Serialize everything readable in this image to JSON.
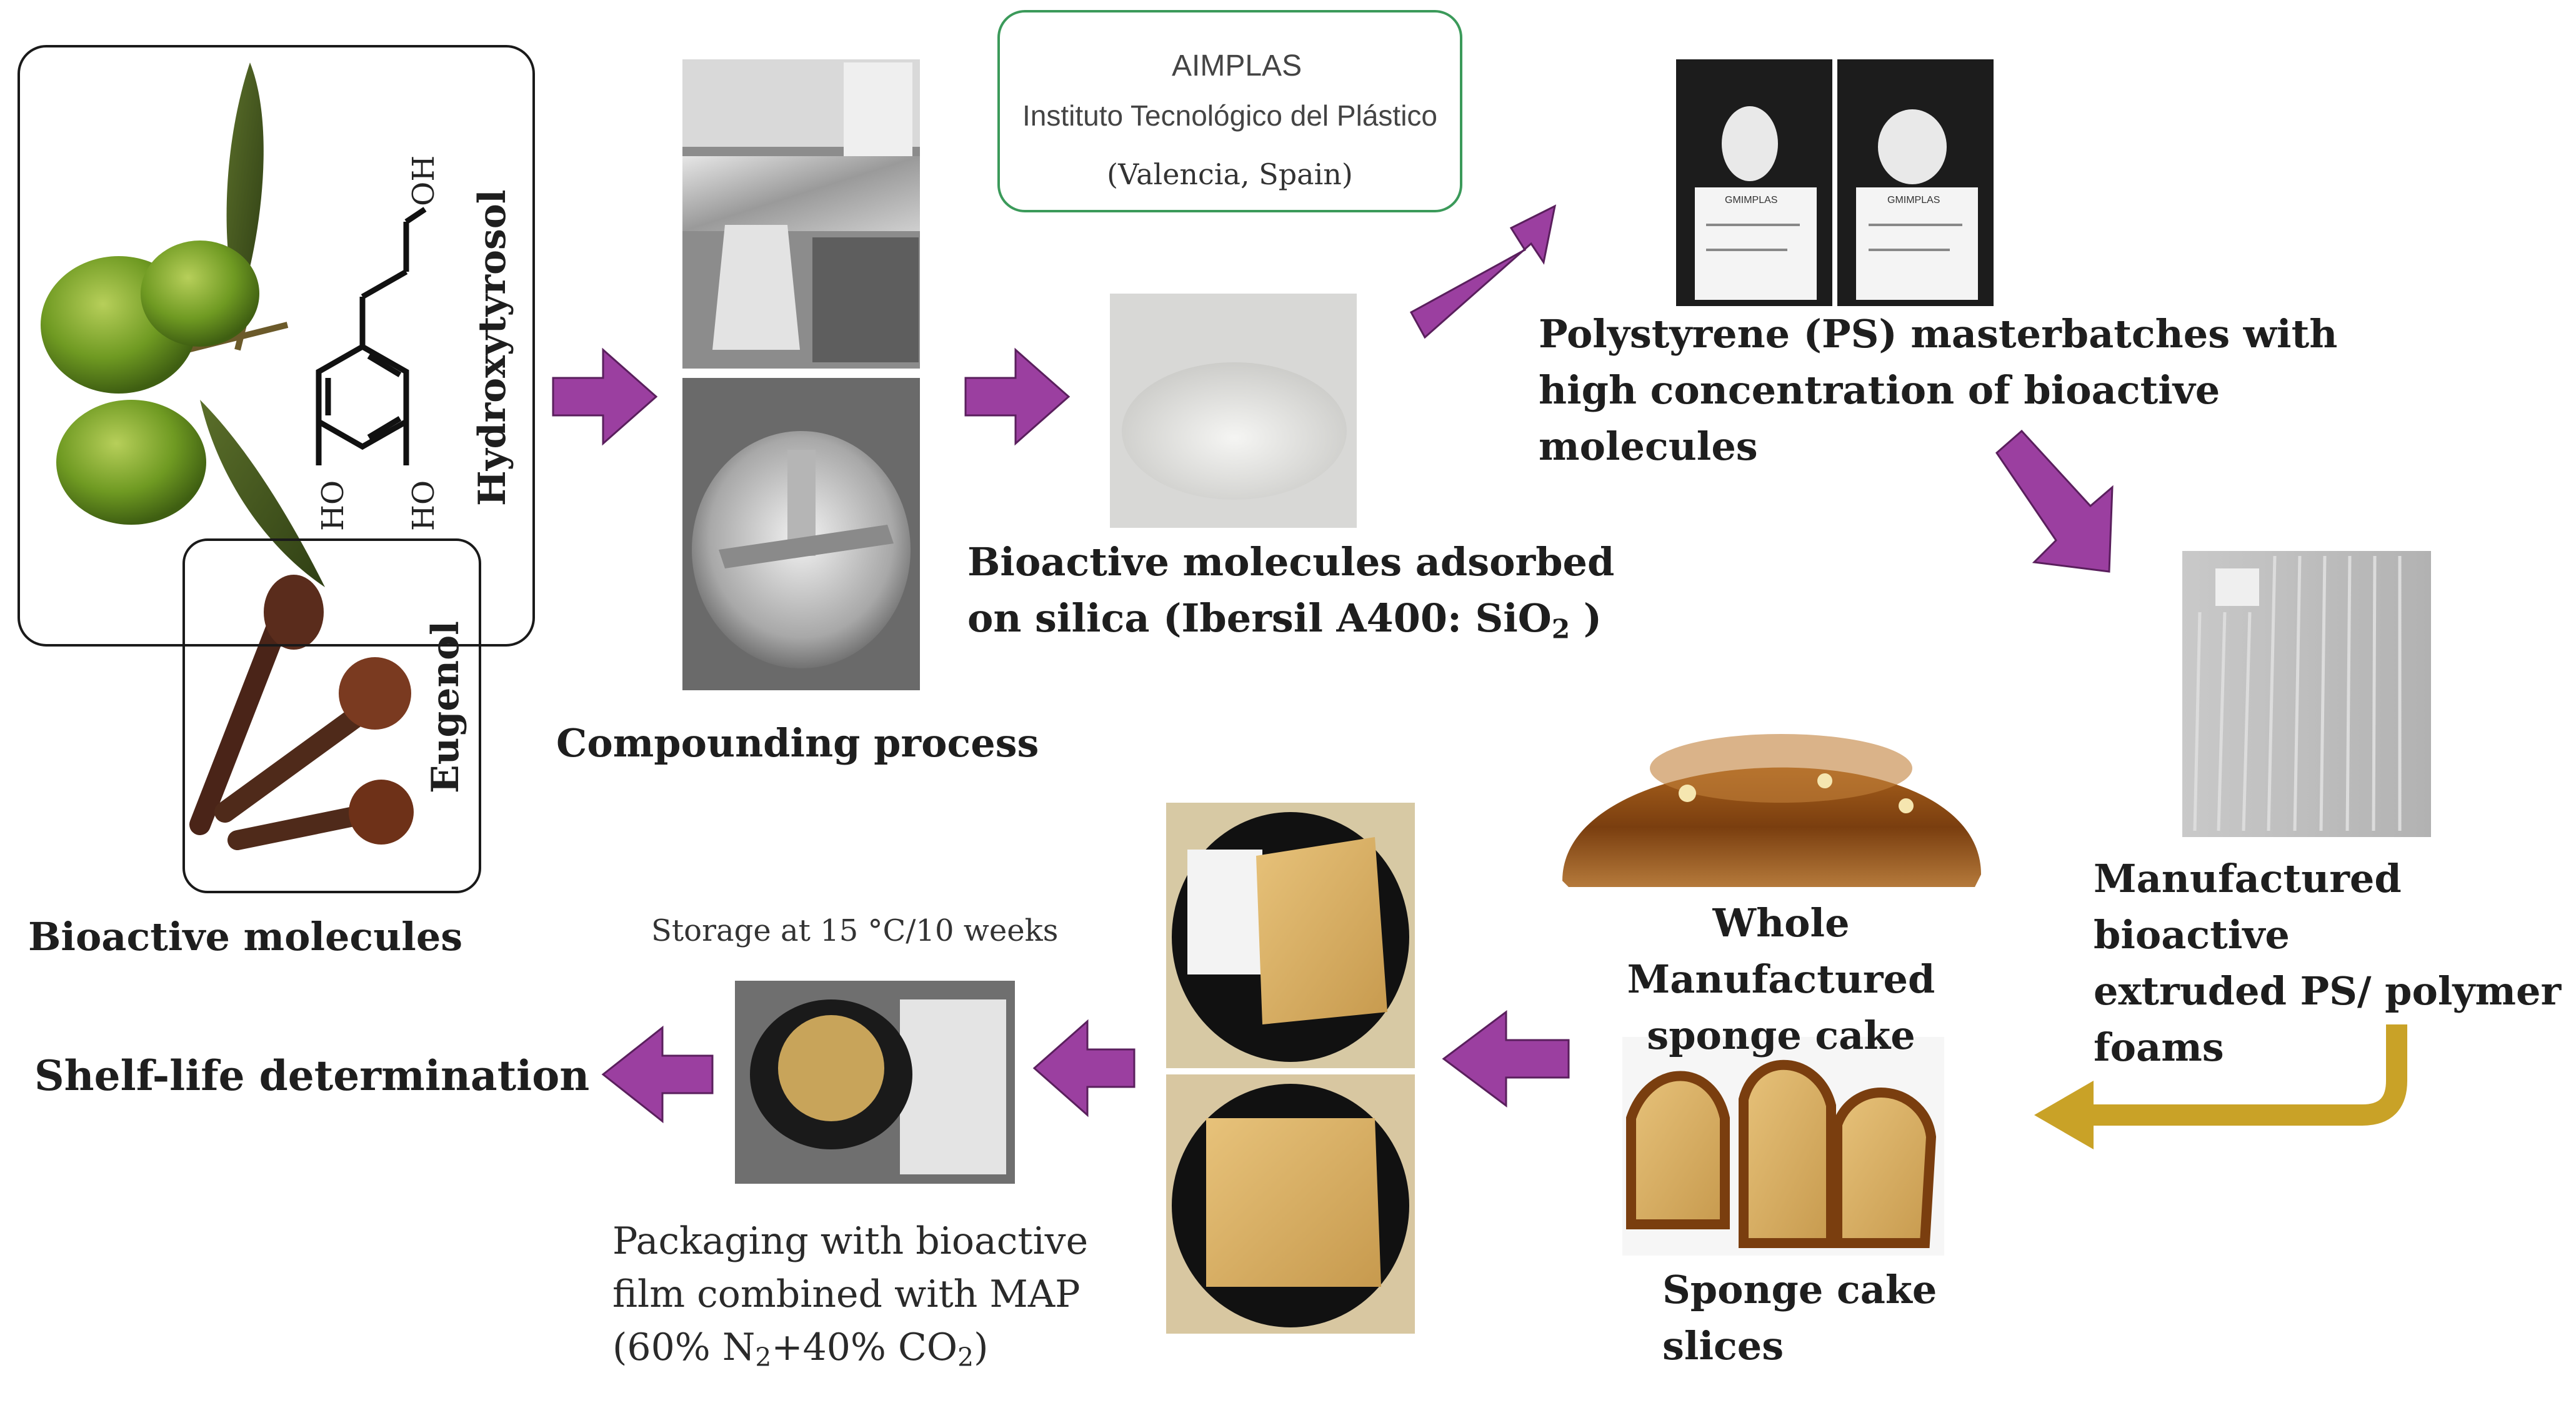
{
  "bioactive": {
    "hydroxytyrosol_label": "Hydroxytyrosol",
    "eugenol_label": "Eugenol",
    "caption": "Bioactive molecules",
    "chem_oh": "OH",
    "chem_ho1": "HO",
    "chem_ho2": "HO"
  },
  "compounding": {
    "caption": "Compounding process"
  },
  "aimplas": {
    "name": "AIMPLAS",
    "institute": "Instituto Tecnológico del Plástico",
    "location": "(Valencia, Spain)"
  },
  "silica": {
    "line1": "Bioactive molecules adsorbed",
    "line2_prefix": "on silica (Ibersil A400: SiO",
    "line2_sub": "2",
    "line2_suffix": " )"
  },
  "masterbatch": {
    "line1": "Polystyrene (PS) masterbatches with",
    "line2": "high concentration of bioactive",
    "line3": "molecules",
    "bag_label": "GMIMPLAS"
  },
  "foams": {
    "line1": "Manufactured bioactive",
    "line2": "extruded PS/ polymer",
    "line3": "foams"
  },
  "whole_cake": {
    "line1": "Whole Manufactured",
    "line2": "sponge cake"
  },
  "slices": {
    "line1": "Sponge cake",
    "line2": "slices"
  },
  "storage": {
    "text": "Storage at 15 °C/10 weeks"
  },
  "packaging": {
    "line1": "Packaging with bioactive",
    "line2": "film combined with MAP",
    "line3_a": "(60% N",
    "line3_b": "2",
    "line3_c": "+40% CO",
    "line3_d": "2",
    "line3_e": ")"
  },
  "shelf_life": {
    "text": "Shelf-life determination"
  },
  "colors": {
    "arrow_purple": "#9b3fa0",
    "arrow_gold": "#c9a227",
    "aimplas_border": "#3b9a5a",
    "aimplas_logo": "#f0a81c"
  }
}
